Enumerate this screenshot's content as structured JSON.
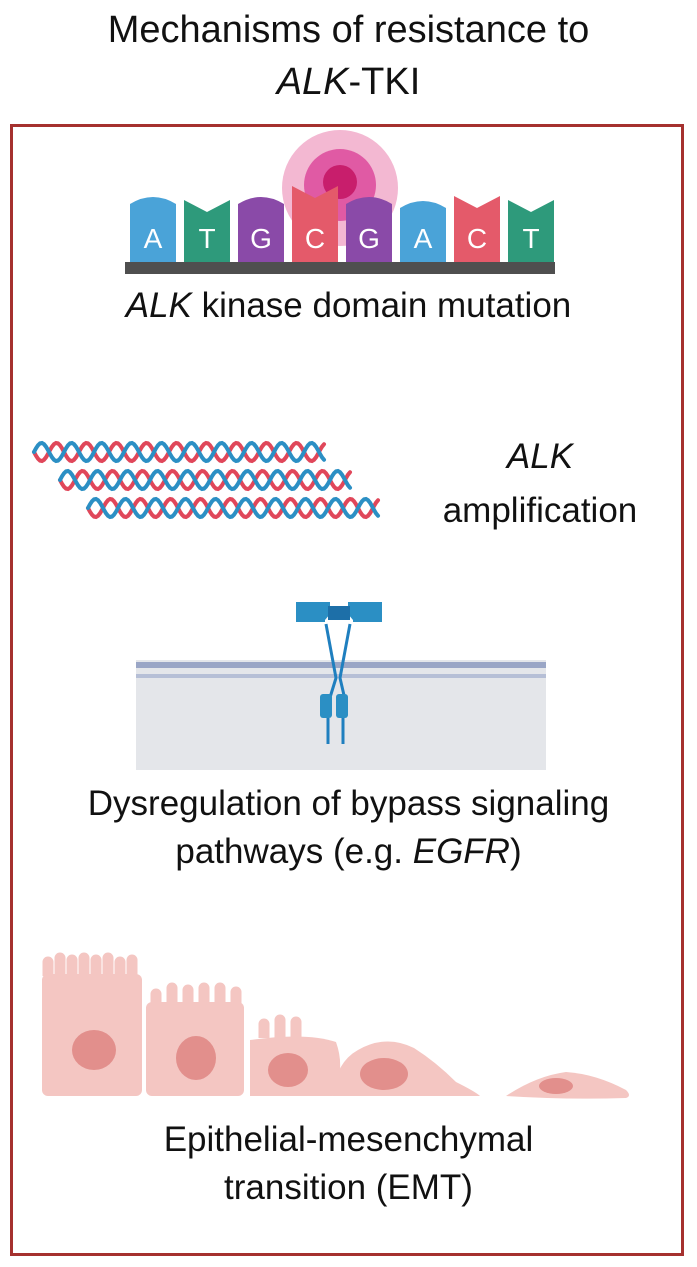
{
  "title": {
    "line1": "Mechanisms of resistance to",
    "line2_gene": "ALK",
    "line2_rest": "-TKI"
  },
  "mechanisms": {
    "mutation": {
      "gene": "ALK",
      "text": " kinase domain mutation",
      "bases": [
        {
          "letter": "A",
          "color": "#4aa3d8"
        },
        {
          "letter": "T",
          "color": "#2e9a7b"
        },
        {
          "letter": "G",
          "color": "#8a4aa8"
        },
        {
          "letter": "C",
          "color": "#e45a6a"
        },
        {
          "letter": "G",
          "color": "#8a4aa8"
        },
        {
          "letter": "A",
          "color": "#4aa3d8"
        },
        {
          "letter": "C",
          "color": "#e45a6a"
        },
        {
          "letter": "T",
          "color": "#2e9a7b"
        }
      ]
    },
    "amplification": {
      "gene": "ALK",
      "text": "amplification"
    },
    "bypass": {
      "line1": "Dysregulation of bypass signaling",
      "line2_pre": "pathways (e.g. ",
      "line2_gene": "EGFR",
      "line2_post": ")"
    },
    "emt": {
      "line1": "Epithelial-mesenchymal",
      "line2": "transition (EMT)"
    }
  },
  "colors": {
    "frame": "#a5312f",
    "dna_red": "#e0475a",
    "dna_blue": "#2b8fc4",
    "cell_fill": "#f4c6c2",
    "nucleus": "#e28f8c",
    "membrane": "#9fa9c8",
    "receptor": "#1f7fbf"
  }
}
